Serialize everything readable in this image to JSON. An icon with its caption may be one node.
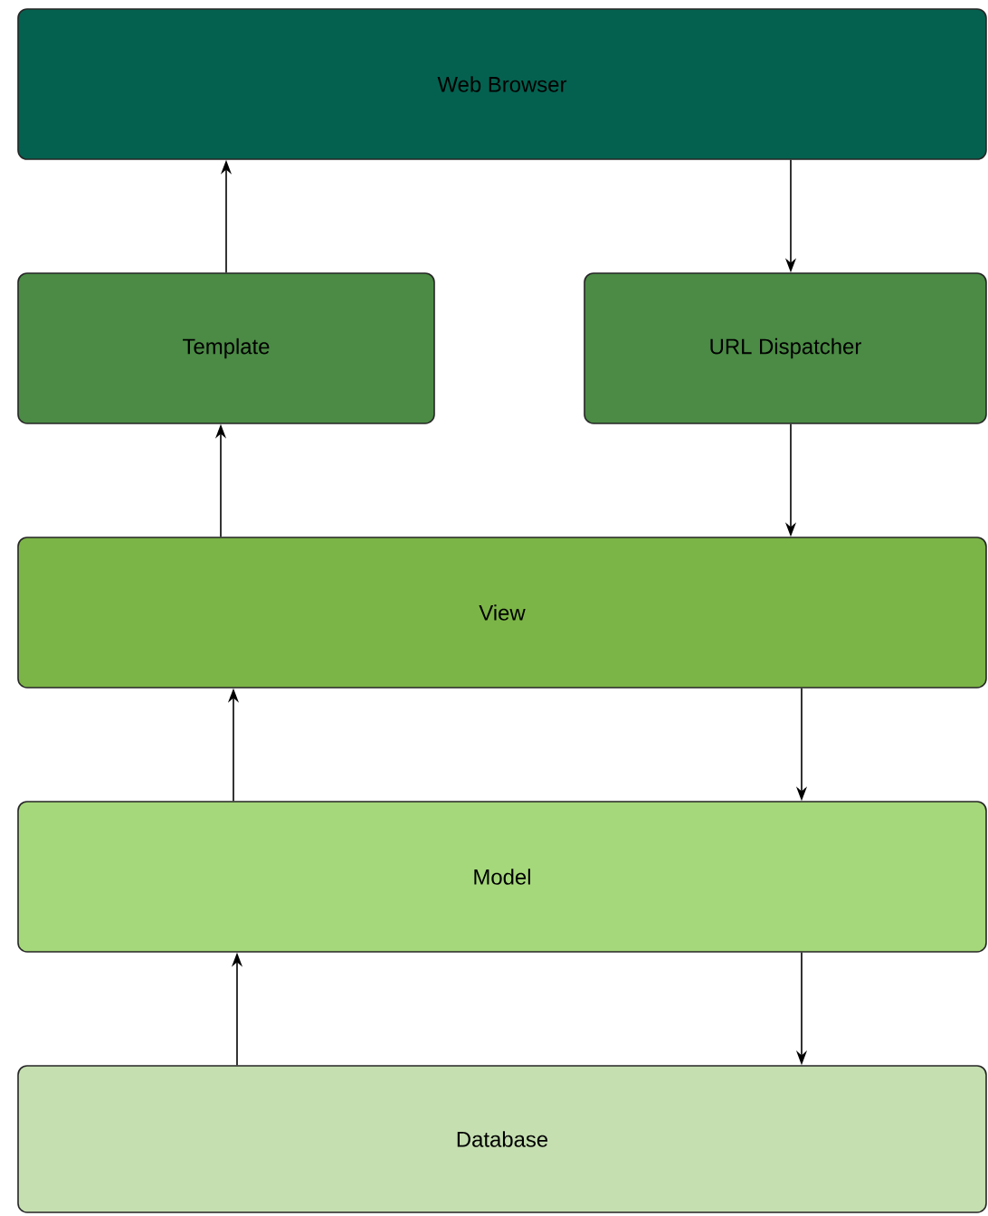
{
  "diagram": {
    "nodes": [
      {
        "text": [
          "Web Browser"
        ]
      },
      {
        "text": [
          "Template"
        ]
      },
      {
        "text": [
          "URL Dispatcher"
        ]
      },
      {
        "text": [
          "View"
        ]
      },
      {
        "text": [
          "Model"
        ]
      },
      {
        "text": [
          "Database"
        ]
      }
    ],
    "edges": [
      {
        "from": 1,
        "to": 0,
        "arrow": "to"
      },
      {
        "from": 0,
        "to": 2,
        "arrow": "to"
      },
      {
        "from": 2,
        "to": 3,
        "arrow": "to"
      },
      {
        "from": 3,
        "to": 1,
        "arrow": "to"
      },
      {
        "from": 3,
        "to": 4,
        "arrow": "to"
      },
      {
        "from": 4,
        "to": 3,
        "arrow": "to"
      },
      {
        "from": 4,
        "to": 5,
        "arrow": "to"
      },
      {
        "from": 5,
        "to": 4,
        "arrow": "to"
      }
    ]
  }
}
